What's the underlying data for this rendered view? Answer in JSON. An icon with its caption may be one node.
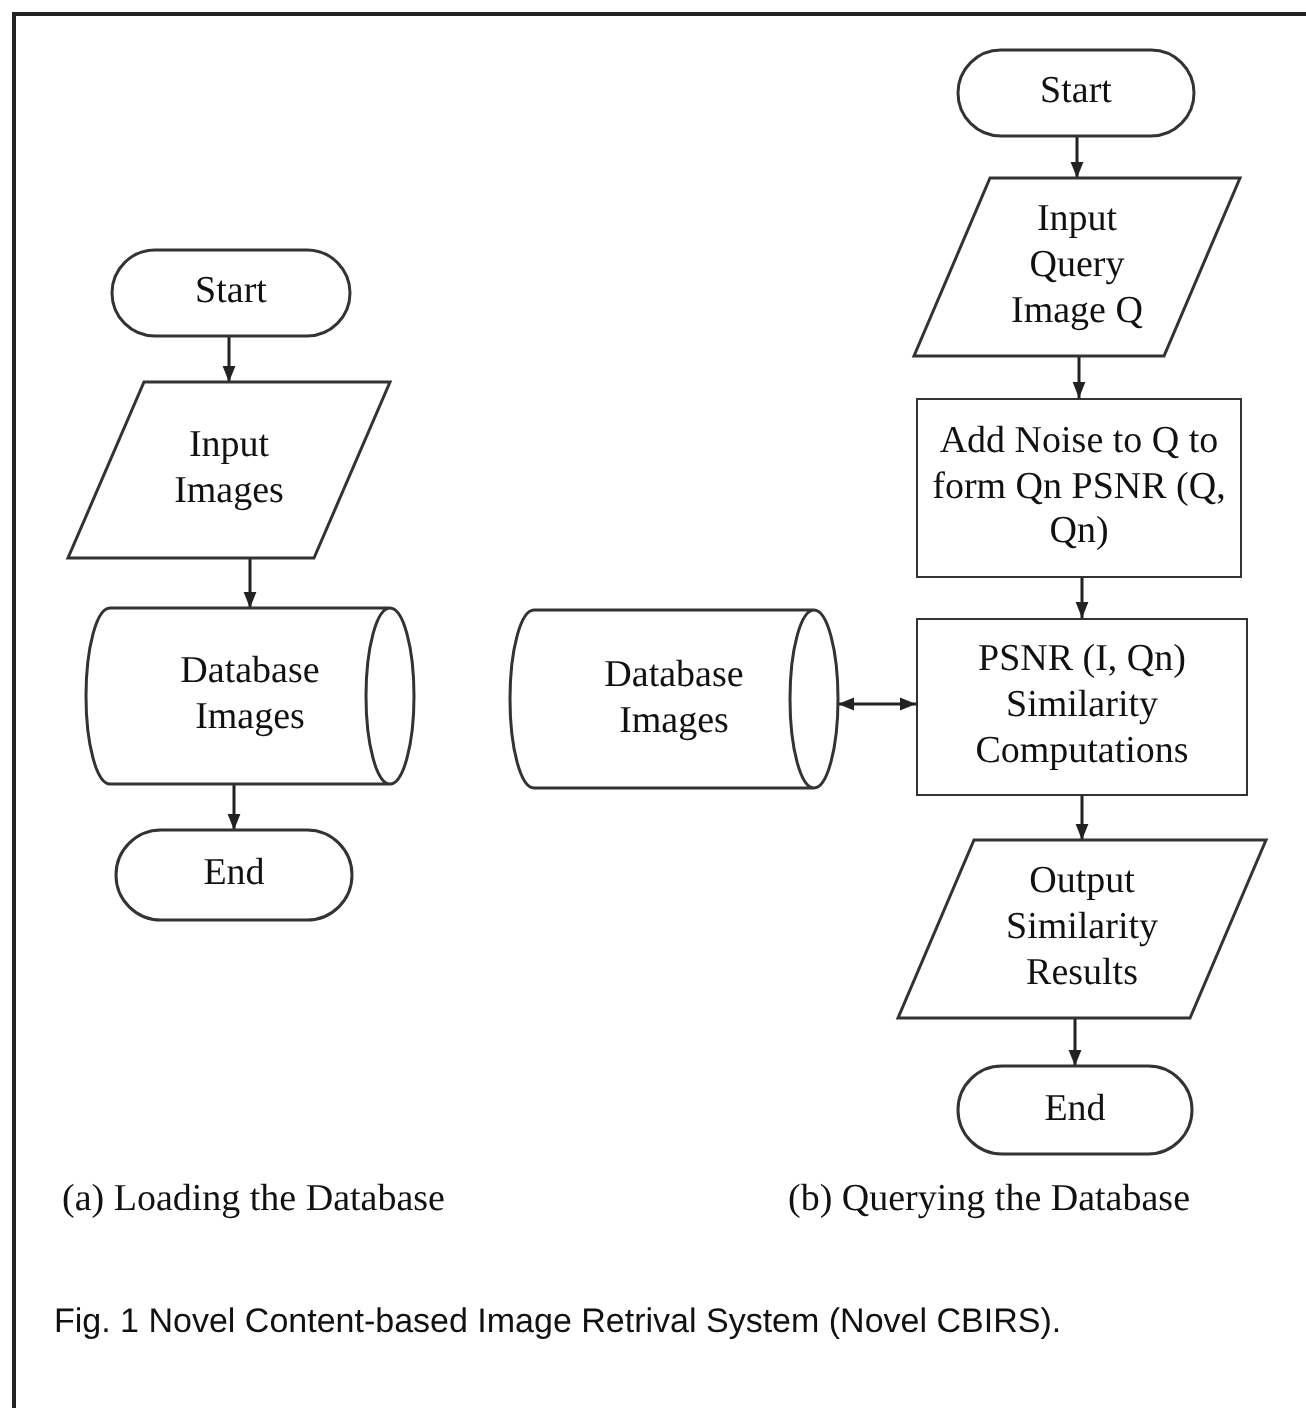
{
  "diagram": {
    "caption": "Fig. 1 Novel Content-based Image Retrival System (Novel CBIRS).",
    "nodes": [
      {
        "text": [
          "Start"
        ]
      },
      {
        "text": [
          "Input Images"
        ]
      },
      {
        "text": [
          "Database Images"
        ]
      },
      {
        "text": [
          "End"
        ]
      },
      {
        "text": [
          "Start"
        ]
      },
      {
        "text": [
          "Input Query Image Q"
        ]
      },
      {
        "text": [
          "Add Noise to Q to form Qn PSNR (Q, Qn)"
        ]
      },
      {
        "text": [
          "PSNR (I, Qn) Similarity Computations"
        ]
      },
      {
        "text": [
          "Database Images"
        ]
      },
      {
        "text": [
          "Output Similarity Results"
        ]
      },
      {
        "text": [
          "End"
        ]
      }
    ],
    "edges": [
      {
        "from": 0,
        "to": 1,
        "arrow": "to"
      },
      {
        "from": 1,
        "to": 2,
        "arrow": "to"
      },
      {
        "from": 2,
        "to": 3,
        "arrow": "to"
      },
      {
        "from": 4,
        "to": 5,
        "arrow": "to"
      },
      {
        "from": 5,
        "to": 6,
        "arrow": "to"
      },
      {
        "from": 6,
        "to": 7,
        "arrow": "to"
      },
      {
        "from": 8,
        "to": 7,
        "arrow": "both"
      },
      {
        "from": 7,
        "to": 9,
        "arrow": "to"
      },
      {
        "from": 9,
        "to": 10,
        "arrow": "to"
      }
    ],
    "labels": [
      "(a) Loading the Database",
      "(b) Querying the Database"
    ]
  }
}
